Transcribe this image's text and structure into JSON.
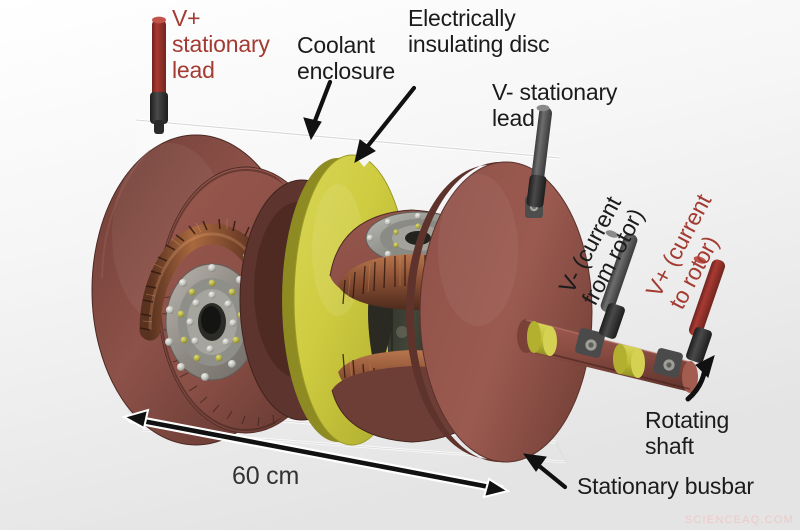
{
  "figure": {
    "kind": "exploded-3d-cad-diagram",
    "subject": "Axial-flux superconducting machine rotor/stator assembly",
    "background_color": "#f2f2f2"
  },
  "labels": {
    "v_plus_stationary_lead": "V+\nstationary\nlead",
    "coolant_enclosure": "Coolant\nenclosure",
    "insulating_disc": "Electrically\ninsulating disc",
    "v_minus_stationary_lead": "V- stationary\nlead",
    "v_minus_current_from_rotor": "V- (current\nfrom rotor)",
    "v_plus_current_to_rotor": "V+ (current\nto rotor)",
    "rotating_shaft": "Rotating\nshaft",
    "stationary_busbar": "Stationary busbar",
    "dimension": "60 cm"
  },
  "watermark": "SCIENCEAQ.COM",
  "colors": {
    "label_text": "#1b1b1b",
    "label_text_red": "#a33b32",
    "rotor_disc": "#8a5148",
    "rotor_disc_dark": "#4a2a26",
    "insulating_disc_yellow": "#ccc93c",
    "copper_coil": "#9a5e3e",
    "lead_positive": "#9d3630",
    "lead_negative": "#5a5a5a",
    "lead_collar": "#2e2e2e",
    "hub_metal": "#9a9a96",
    "shaft": "#8a4a42",
    "arrow": "#111111",
    "background": "#f2f2f2",
    "watermark": "#f0c8c8"
  }
}
